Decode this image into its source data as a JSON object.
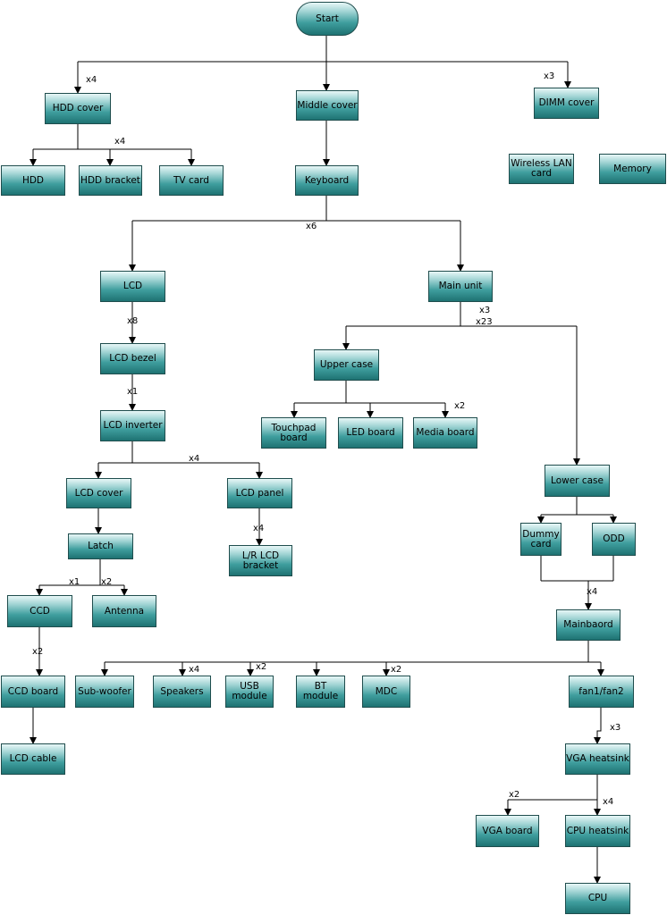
{
  "nodes": [
    {
      "id": "start",
      "label": "Start",
      "shape": "terminal"
    },
    {
      "id": "hdd_cover",
      "label": "HDD cover"
    },
    {
      "id": "middle_cover",
      "label": "Middle cover"
    },
    {
      "id": "dimm_cover",
      "label": "DIMM cover"
    },
    {
      "id": "hdd",
      "label": "HDD"
    },
    {
      "id": "hdd_bracket",
      "label": "HDD bracket"
    },
    {
      "id": "tv_card",
      "label": "TV card"
    },
    {
      "id": "keyboard",
      "label": "Keyboard"
    },
    {
      "id": "wireless_lan",
      "label": "Wireless LAN card"
    },
    {
      "id": "memory",
      "label": "Memory"
    },
    {
      "id": "lcd",
      "label": "LCD"
    },
    {
      "id": "main_unit",
      "label": "Main unit"
    },
    {
      "id": "lcd_bezel",
      "label": "LCD bezel"
    },
    {
      "id": "upper_case",
      "label": "Upper case"
    },
    {
      "id": "lcd_inverter",
      "label": "LCD inverter"
    },
    {
      "id": "touchpad_board",
      "label": "Touchpad board"
    },
    {
      "id": "led_board",
      "label": "LED board"
    },
    {
      "id": "media_board",
      "label": "Media board"
    },
    {
      "id": "lower_case",
      "label": "Lower case"
    },
    {
      "id": "lcd_cover",
      "label": "LCD cover"
    },
    {
      "id": "lcd_panel",
      "label": "LCD panel"
    },
    {
      "id": "latch",
      "label": "Latch"
    },
    {
      "id": "dummy_card",
      "label": "Dummy card"
    },
    {
      "id": "odd",
      "label": "ODD"
    },
    {
      "id": "lr_lcd_bracket",
      "label": "L/R LCD bracket"
    },
    {
      "id": "ccd",
      "label": "CCD"
    },
    {
      "id": "antenna",
      "label": "Antenna"
    },
    {
      "id": "mainbaord",
      "label": "Mainbaord"
    },
    {
      "id": "ccd_board",
      "label": "CCD board"
    },
    {
      "id": "sub_woofer",
      "label": "Sub-woofer"
    },
    {
      "id": "speakers",
      "label": "Speakers"
    },
    {
      "id": "usb_module",
      "label": "USB module"
    },
    {
      "id": "bt_module",
      "label": "BT module"
    },
    {
      "id": "mdc",
      "label": "MDC"
    },
    {
      "id": "fan",
      "label": "fan1/fan2"
    },
    {
      "id": "lcd_cable",
      "label": "LCD cable"
    },
    {
      "id": "vga_heatsink",
      "label": "VGA heatsink"
    },
    {
      "id": "vga_board",
      "label": "VGA board"
    },
    {
      "id": "cpu_heatsink",
      "label": "CPU heatsink"
    },
    {
      "id": "cpu",
      "label": "CPU"
    }
  ],
  "screw_labels": [
    {
      "id": "hdd_cover_x4",
      "text": "x4"
    },
    {
      "id": "dimm_cover_x3",
      "text": "x3"
    },
    {
      "id": "hdd_bracket_x4",
      "text": "x4"
    },
    {
      "id": "keyboard_x6",
      "text": "x6"
    },
    {
      "id": "lcd_x8",
      "text": "x8"
    },
    {
      "id": "main_unit_x3",
      "text": "x3"
    },
    {
      "id": "main_unit_x23",
      "text": "x23"
    },
    {
      "id": "lcd_bezel_x1",
      "text": "x1"
    },
    {
      "id": "media_board_x2",
      "text": "x2"
    },
    {
      "id": "lcd_panel_x4",
      "text": "x4"
    },
    {
      "id": "lr_bracket_x4",
      "text": "x4"
    },
    {
      "id": "ccd_x1",
      "text": "x1"
    },
    {
      "id": "antenna_x2",
      "text": "x2"
    },
    {
      "id": "mainbaord_x4",
      "text": "x4"
    },
    {
      "id": "ccd_board_x2",
      "text": "x2"
    },
    {
      "id": "speakers_x4",
      "text": "x4"
    },
    {
      "id": "usb_x2",
      "text": "x2"
    },
    {
      "id": "mdc_x2",
      "text": "x2"
    },
    {
      "id": "vga_heatsink_x3",
      "text": "x3"
    },
    {
      "id": "vga_board_x2",
      "text": "x2"
    },
    {
      "id": "cpu_heatsink_x4",
      "text": "x4"
    }
  ],
  "colors": {
    "node_dark": "#1e7272",
    "node_light": "#e8f7f7",
    "line": "#000000"
  }
}
